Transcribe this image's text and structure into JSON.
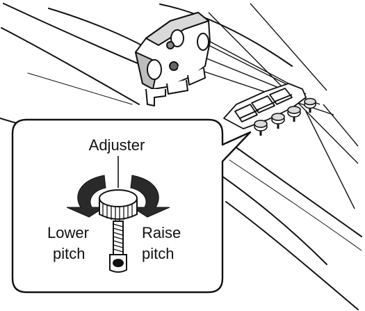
{
  "labels": {
    "adjuster": "Adjuster",
    "lower_pitch_line1": "Lower",
    "lower_pitch_line2": "pitch",
    "raise_pitch_line1": "Raise",
    "raise_pitch_line2": "pitch"
  },
  "colors": {
    "line": "#111111",
    "background": "#ffffff",
    "shade": "#9a9a9a",
    "dark": "#2a2a2a"
  }
}
